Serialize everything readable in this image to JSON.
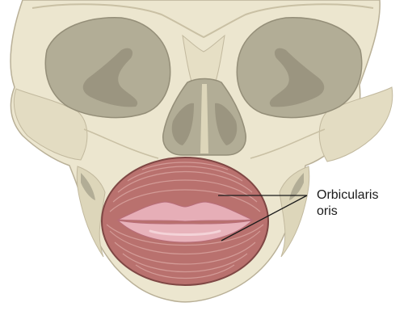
{
  "annotations": {
    "muscle_label_line1": "Orbicularis",
    "muscle_label_line2": "oris"
  },
  "colors": {
    "bone": "#ece6cf",
    "bone_shadow": "#d8d0b4",
    "bone_outline": "#b9b097",
    "orbit_fill": "#b2ad96",
    "orbit_dark": "#9b9580",
    "muscle": "#b9716e",
    "muscle_fiber": "#d39b97",
    "muscle_outline": "#7f4744",
    "lip": "#e6aeb7",
    "lip_light": "#f4d3d8",
    "leader_line": "#1a1a1a"
  },
  "icons": [
    "skull-illustration",
    "orbicularis-oris-muscle"
  ]
}
